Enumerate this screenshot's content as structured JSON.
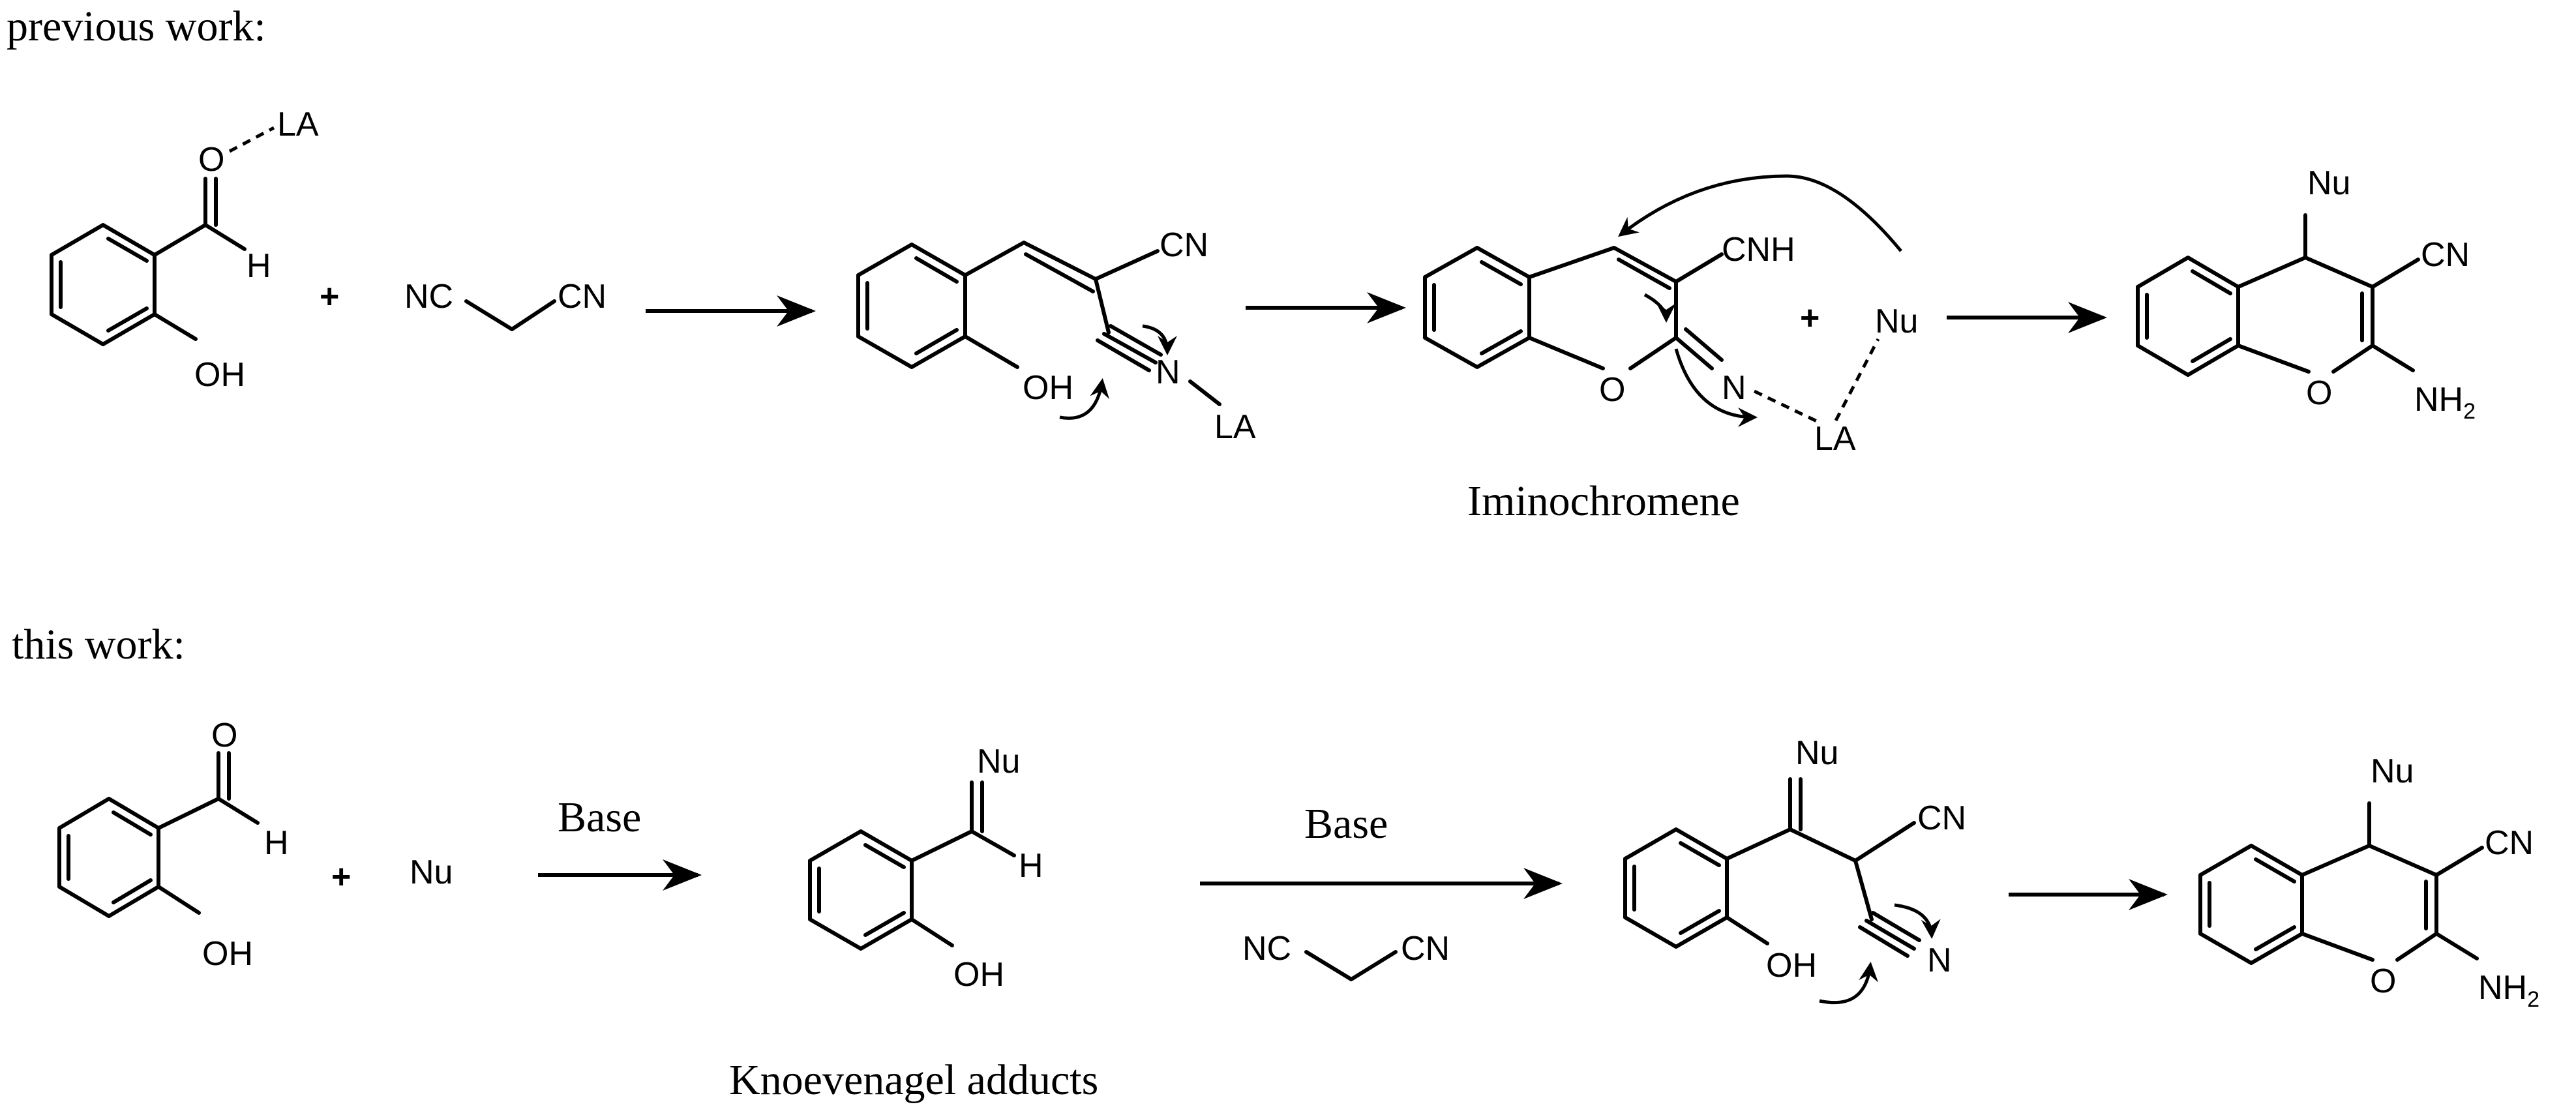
{
  "headings": {
    "previous": "previous work:",
    "current": "this work:"
  },
  "atoms": {
    "O": "O",
    "H": "H",
    "OH": "OH",
    "LA": "LA",
    "NC": "NC",
    "CN": "CN",
    "CNH": "CNH",
    "N": "N",
    "Nu": "Nu",
    "NH": "NH",
    "sub2": "2",
    "plus": "+"
  },
  "labels": {
    "iminochromene": "Iminochromene",
    "knoevenagel": "Knoevenagel adducts",
    "base1": "Base",
    "base2": "Base"
  }
}
